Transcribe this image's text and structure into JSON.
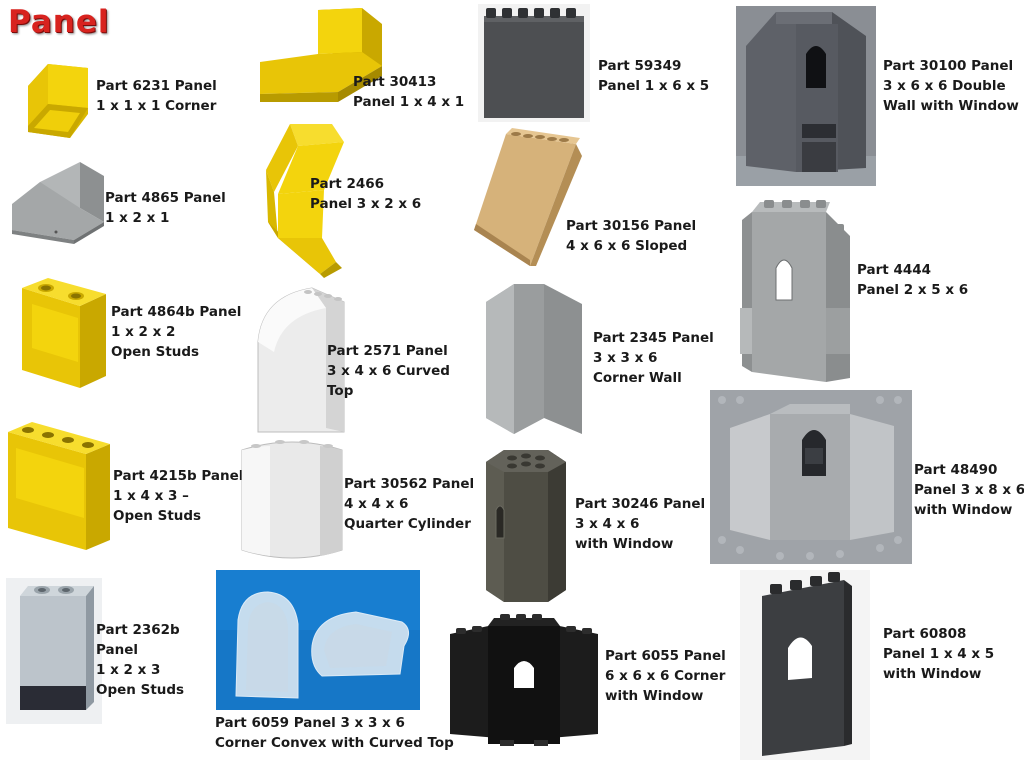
{
  "title": "Panel",
  "colors": {
    "title": "#d8231f",
    "yellow": "#f3d40d",
    "light_gray": "#a4a7a8",
    "dark_gray": "#4d4f52",
    "tan": "#d6b27a",
    "black": "#111111",
    "white": "#f4f4f4",
    "transparent": "#dfe9f0",
    "photo_blue": "#1677c7",
    "photo_gray": "#8a8e94"
  },
  "parts": [
    {
      "id": "p6231",
      "lines": [
        "Part 6231 Panel",
        "1 x 1 x 1 Corner"
      ]
    },
    {
      "id": "p4865",
      "lines": [
        "Part 4865 Panel",
        "1 x 2 x 1"
      ]
    },
    {
      "id": "p4864b",
      "lines": [
        "Part 4864b Panel",
        "1 x 2 x 2",
        " Open Studs"
      ]
    },
    {
      "id": "p4215b",
      "lines": [
        "Part 4215b Panel",
        " 1 x 4 x 3 –",
        " Open Studs"
      ]
    },
    {
      "id": "p2362b",
      "lines": [
        "Part 2362b",
        "Panel",
        "1 x 2 x 3",
        "Open Studs"
      ]
    },
    {
      "id": "p30413",
      "lines": [
        "Part 30413",
        "Panel 1 x 4 x 1"
      ]
    },
    {
      "id": "p2466",
      "lines": [
        "Part 2466",
        "Panel 3 x 2 x 6"
      ]
    },
    {
      "id": "p2571",
      "lines": [
        "Part 2571 Panel",
        "3 x 4 x 6 Curved",
        "Top"
      ]
    },
    {
      "id": "p30562",
      "lines": [
        "Part 30562 Panel",
        "4 x 4 x 6",
        "Quarter Cylinder"
      ]
    },
    {
      "id": "p6059",
      "lines": [
        "Part 6059 Panel 3 x 3 x 6",
        "Corner Convex with Curved Top"
      ]
    },
    {
      "id": "p59349",
      "lines": [
        "Part 59349",
        "Panel 1 x 6 x 5"
      ]
    },
    {
      "id": "p30156",
      "lines": [
        "Part 30156 Panel",
        "4 x 6 x 6 Sloped"
      ]
    },
    {
      "id": "p2345",
      "lines": [
        "Part 2345 Panel",
        "3 x 3 x 6",
        "Corner Wall"
      ]
    },
    {
      "id": "p30246",
      "lines": [
        "Part 30246 Panel",
        "3 x 4 x 6",
        "with Window"
      ]
    },
    {
      "id": "p6055",
      "lines": [
        "Part 6055 Panel",
        "6 x 6 x 6 Corner",
        "with Window"
      ]
    },
    {
      "id": "p30100",
      "lines": [
        "Part 30100 Panel",
        "3 x 6 x 6 Double",
        "Wall with Window"
      ]
    },
    {
      "id": "p4444",
      "lines": [
        "Part 4444",
        "Panel 2 x 5 x 6"
      ]
    },
    {
      "id": "p48490",
      "lines": [
        "Part 48490",
        " Panel 3 x 8 x 6",
        " with Window"
      ]
    },
    {
      "id": "p60808",
      "lines": [
        "Part 60808",
        "Panel 1 x 4 x 5",
        "with Window"
      ]
    }
  ]
}
